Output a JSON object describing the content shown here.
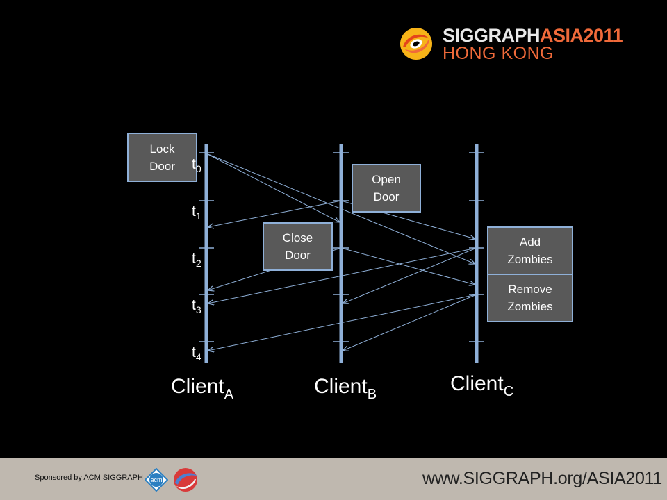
{
  "header": {
    "logo_brand": "SIGGRAPH",
    "logo_event": "ASIA2011",
    "logo_location": "HONG KONG"
  },
  "diagram": {
    "clients": [
      {
        "base": "Client",
        "sub": "A"
      },
      {
        "base": "Client",
        "sub": "B"
      },
      {
        "base": "Client",
        "sub": "C"
      }
    ],
    "time_labels": [
      {
        "base": "t",
        "sub": "0"
      },
      {
        "base": "t",
        "sub": "1"
      },
      {
        "base": "t",
        "sub": "2"
      },
      {
        "base": "t",
        "sub": "3"
      },
      {
        "base": "t",
        "sub": "4"
      }
    ],
    "events": {
      "lock_door": [
        "Lock",
        "Door"
      ],
      "open_door": [
        "Open",
        "Door"
      ],
      "close_door": [
        "Close",
        "Door"
      ],
      "add_zombies": [
        "Add",
        "Zombies"
      ],
      "remove_zombies": [
        "Remove",
        "Zombies"
      ]
    },
    "colors": {
      "timeline": "#8fb0d8",
      "arrow": "#8fb0d8",
      "box_fill": "#595959"
    }
  },
  "footer": {
    "sponsor_text": "Sponsored by ACM SIGGRAPH",
    "acm_badge": "acm",
    "url": "www.SIGGRAPH.org/ASIA2011"
  }
}
